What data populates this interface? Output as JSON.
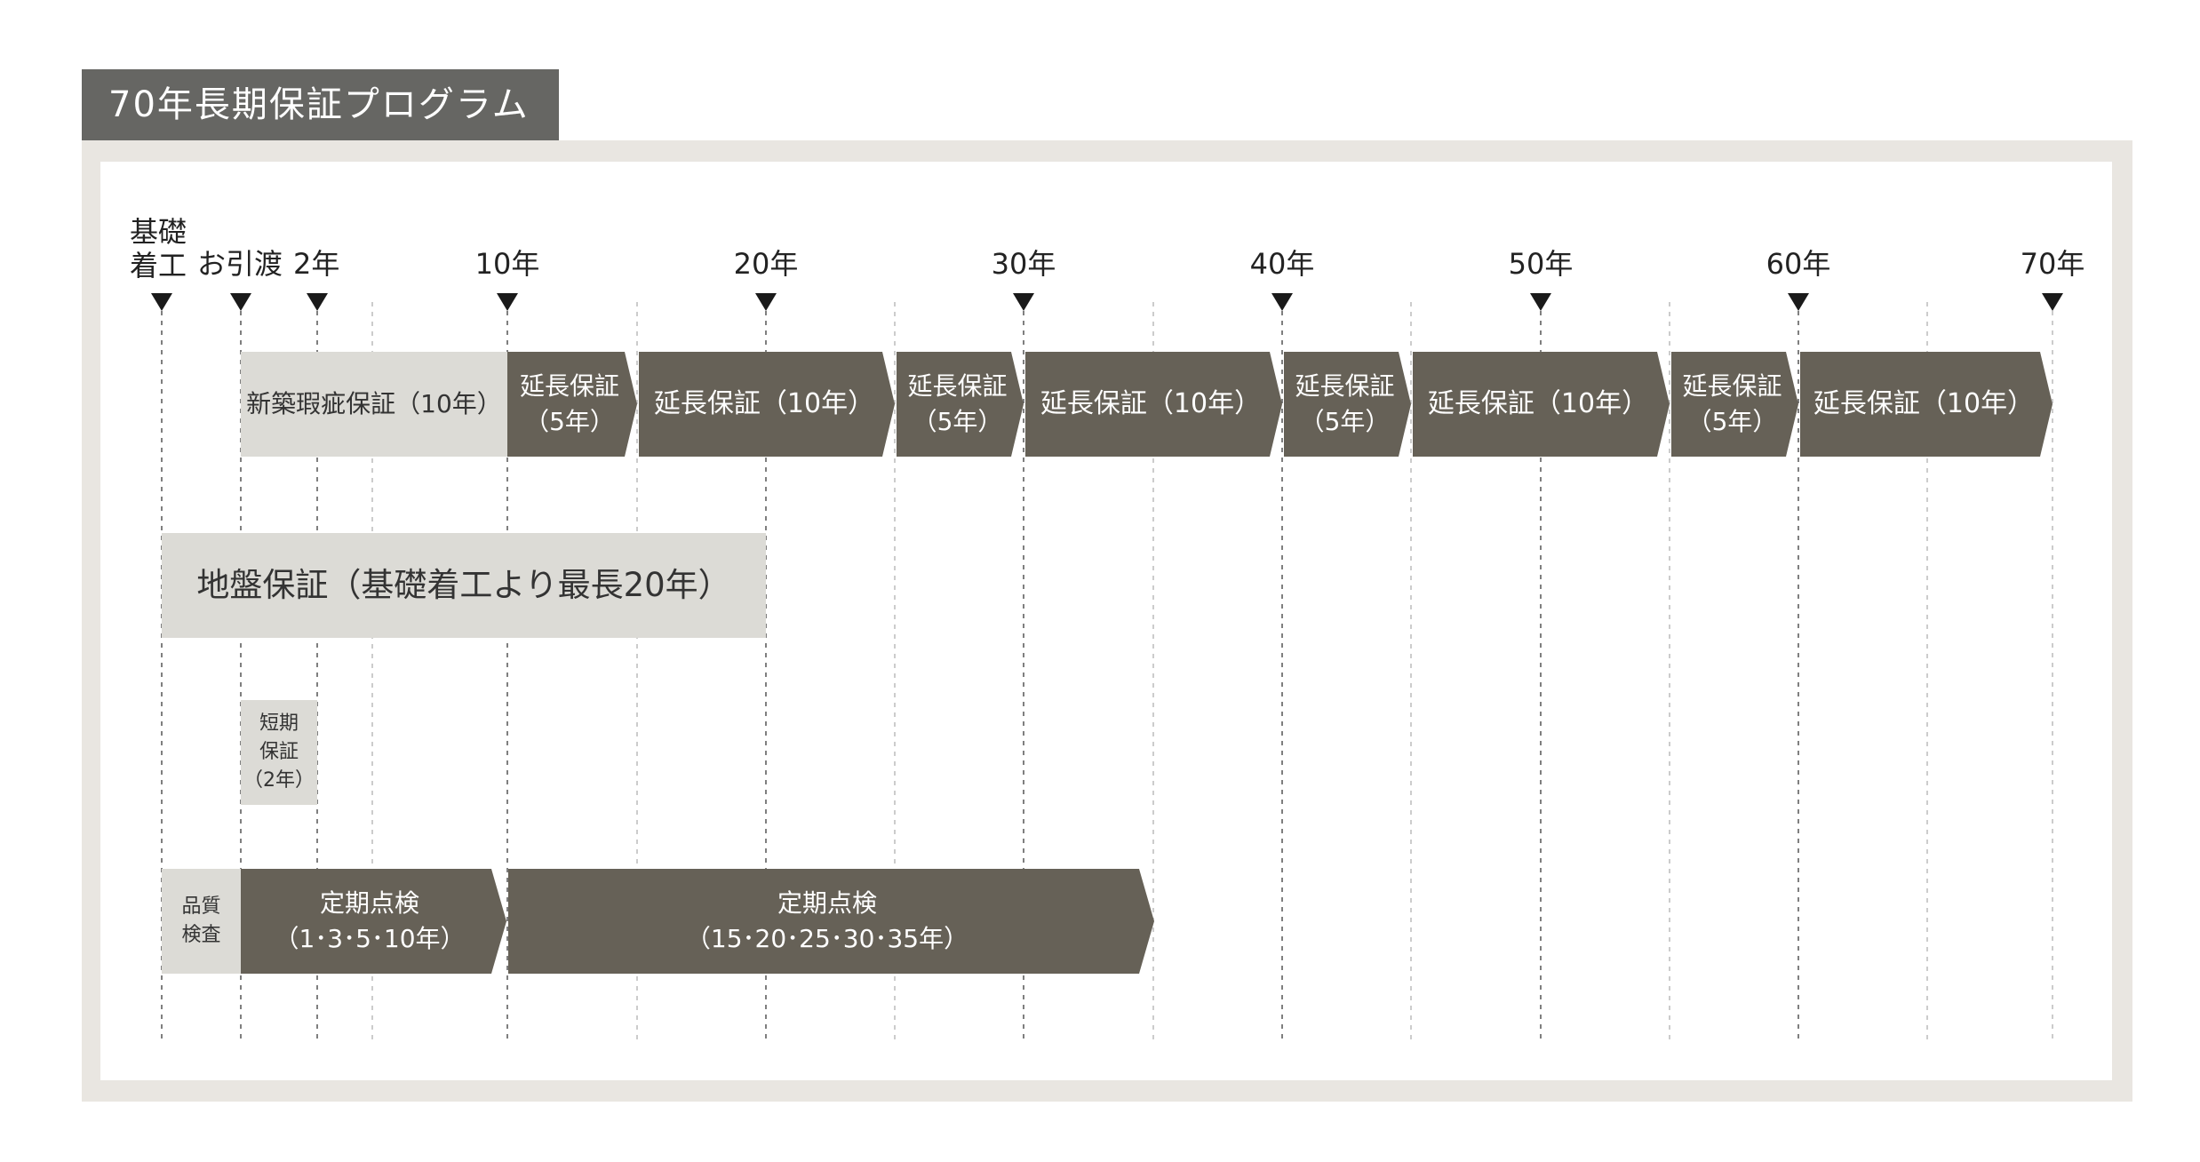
{
  "title": "70年長期保証プログラム",
  "timeline": {
    "labels": {
      "foundation": [
        "基礎",
        "着工"
      ],
      "handover": "お引渡",
      "y2": "2年",
      "y10": "10年",
      "y20": "20年",
      "y30": "30年",
      "y40": "40年",
      "y50": "50年",
      "y60": "60年",
      "y70": "70年"
    }
  },
  "warranty_row": {
    "new_build": "新築瑕疵保証（10年）",
    "ext5_line1": "延長保証",
    "ext5_line2": "（5年）",
    "ext10": "延長保証（10年）"
  },
  "ground_warranty": "地盤保証（基礎着工より最長20年）",
  "short_warranty": [
    "短期",
    "保証",
    "（2年）"
  ],
  "quality_check": [
    "品質",
    "検査"
  ],
  "inspection_1": [
    "定期点検",
    "（1･3･5･10年）"
  ],
  "inspection_2": [
    "定期点検",
    "（15･20･25･30･35年）"
  ],
  "colors": {
    "dark": "#666157",
    "light": "#dcdbd6",
    "frame": "#e9e6e1",
    "title_bg": "#666663"
  }
}
